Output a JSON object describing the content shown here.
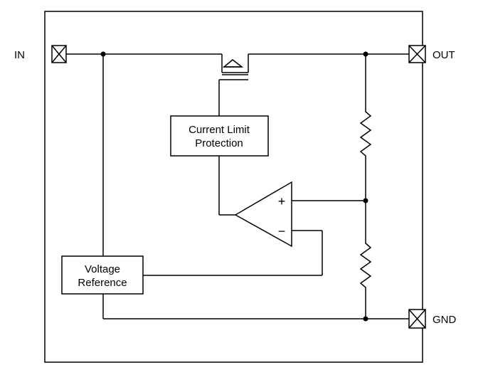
{
  "pins": {
    "in": "IN",
    "out": "OUT",
    "gnd": "GND"
  },
  "blocks": {
    "current_limit": [
      "Current Limit",
      "Protection"
    ],
    "voltage_reference": [
      "Voltage",
      "Reference"
    ]
  },
  "amplifier": {
    "plus": "+",
    "minus": "−"
  }
}
